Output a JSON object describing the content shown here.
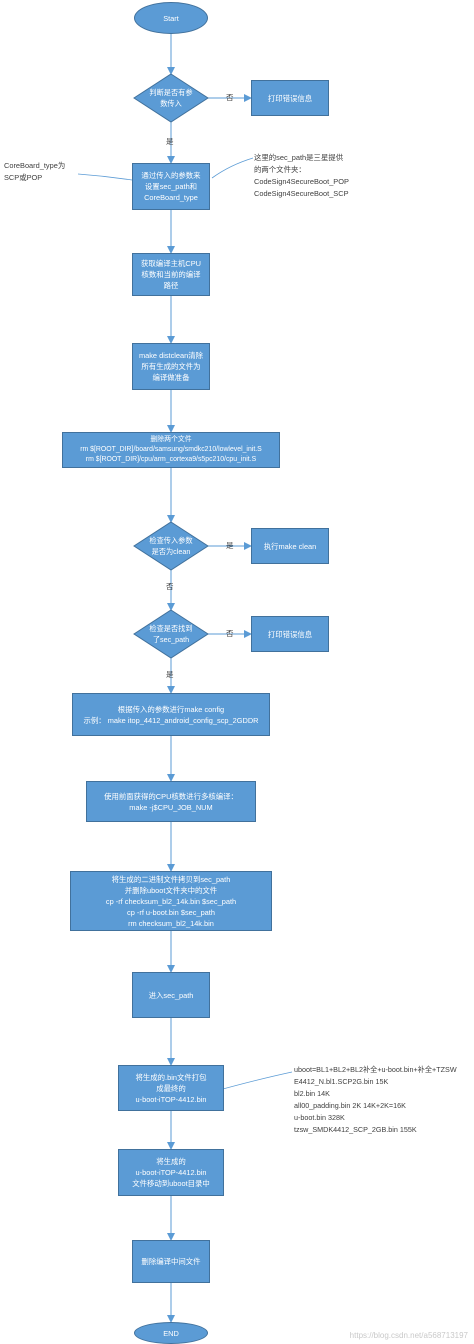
{
  "nodes": {
    "start": "Start",
    "check_args": "判断是否有参\n数传入",
    "print_error_1": "打印错误信息",
    "set_path": "通过传入的参数来\n设置sec_path和\nCoreBoard_type",
    "get_cpu": "获取编译主机CPU\n核数和当前的编译\n路径",
    "distclean": "make distclean清除\n所有生成的文件为\n编译做准备",
    "delete_files": "删除两个文件\nrm $[ROOT_DIR]/board/samsung/smdkc210/lowlevel_init.S\nrm $[ROOT_DIR]/cpu/arm_cortexa9/s5pc210/cpu_init.S",
    "check_clean": "检查传入参数\n是否为clean",
    "make_clean": "执行make clean",
    "check_sec_path": "检查是否找到\n了sec_path",
    "print_error_2": "打印错误信息",
    "make_config": "根据传入的参数进行make config\n示例：  make itop_4412_android_config_scp_2GDDR",
    "multicore_build": "使用前面获得的CPU核数进行多核编译：\nmake -j$CPU_JOB_NUM",
    "copy_files": "将生成的二进制文件拷贝到sec_path\n并删除uboot文件夹中的文件\ncp -rf checksum_bl2_14k.bin $sec_path\ncp -rf u-boot.bin $sec_path\nrm checksum_bl2_14k.bin",
    "enter_sec_path": "进入sec_path",
    "package": "将生成的.bin文件打包\n成最终的\nu-boot-iTOP-4412.bin",
    "move_file": "将生成的\nu-boot-iTOP-4412.bin\n文件移动到uboot目录中",
    "delete_temp": "删除编译中间文件",
    "end": "END"
  },
  "edge_labels": {
    "no_1": "否",
    "yes_1": "是",
    "yes_clean": "是",
    "no_clean": "否",
    "no_sec": "否",
    "yes_sec": "是"
  },
  "annotations": {
    "coreboard": "CoreBoard_type为\nSCP或POP",
    "sec_path_note": "这里的sec_path是三星提供\n的两个文件夹：\nCodeSign4SecureBoot_POP\nCodeSign4SecureBoot_SCP",
    "uboot_composition": "uboot=BL1+BL2+BL2补全+u-boot.bin+补全+TZSW\nE4412_N.bl1.SCP2G.bin  15K\nbl2.bin  14K\nall00_padding.bin  2K   14K+2K=16K\nu-boot.bin  328K\ntzsw_SMDK4412_SCP_2GB.bin 155K"
  },
  "watermark": "https://blog.csdn.net/a568713197",
  "colors": {
    "node_fill": "#5b9bd5",
    "node_border": "#41719c",
    "connector": "#5b9bd5",
    "annotation_line": "#5b9bd5"
  }
}
